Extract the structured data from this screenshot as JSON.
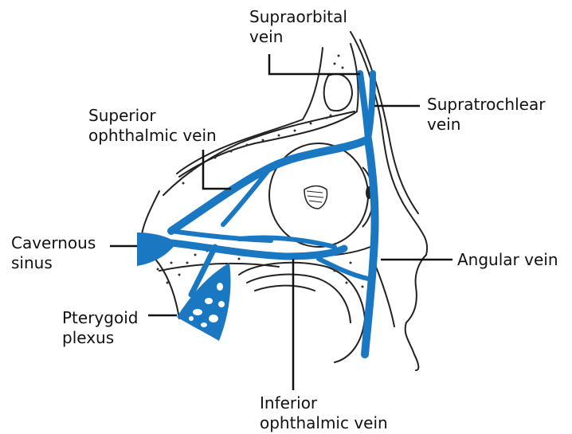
{
  "labels": {
    "supraorbital": [
      "Supraorbital",
      "vein"
    ],
    "supratrochlear": [
      "Supratrochlear",
      "vein"
    ],
    "superior_ophthalmic": [
      "Superior",
      "ophthalmic vein"
    ],
    "cavernous": [
      "Cavernous",
      "sinus"
    ],
    "angular": [
      "Angular vein"
    ],
    "pterygoid": [
      "Pterygoid",
      "plexus"
    ],
    "inferior_ophthalmic": [
      "Inferior",
      "ophthalmic vein"
    ]
  },
  "colors": {
    "vein": "#1a78c2",
    "outline": "#222222",
    "leader": "#111111"
  }
}
